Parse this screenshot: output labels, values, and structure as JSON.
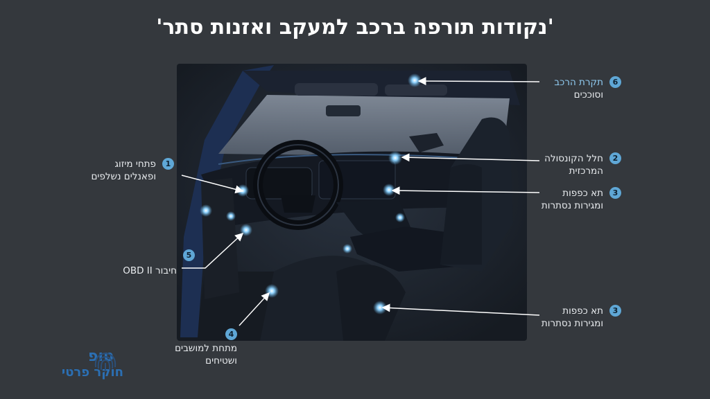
{
  "title": "'נקודות תורפה ברכב למעקב ואזנות סתר'",
  "labels": {
    "roof": {
      "num": "6",
      "line1": "תקרת הרכב",
      "line2": "וסוככים"
    },
    "console": {
      "num": "2",
      "line1": "חלל הקונסולה",
      "line2": "המרכזית"
    },
    "glovebox": {
      "num": "3",
      "line1": "תא כפפות",
      "line2": "ומגירות נסתרות"
    },
    "glovebox2": {
      "num": "3",
      "line1": "תא כפפות",
      "line2": "ומגירות נסתרות"
    },
    "vents": {
      "num": "1",
      "line1": "פתחי מיזוג",
      "line2": "ופאנלים נשלפים"
    },
    "obd": {
      "num": "5",
      "line1": "חיבור OBD II"
    },
    "seats": {
      "num": "4",
      "line1": "מתחת למושבים",
      "line2": "ושטיחים"
    }
  },
  "brand": {
    "line1": "טופ",
    "line2": "חוקר פרטי"
  },
  "colors": {
    "background": "#34383d",
    "accent": "#5fa7d6",
    "glow": "#8fd3ff"
  }
}
